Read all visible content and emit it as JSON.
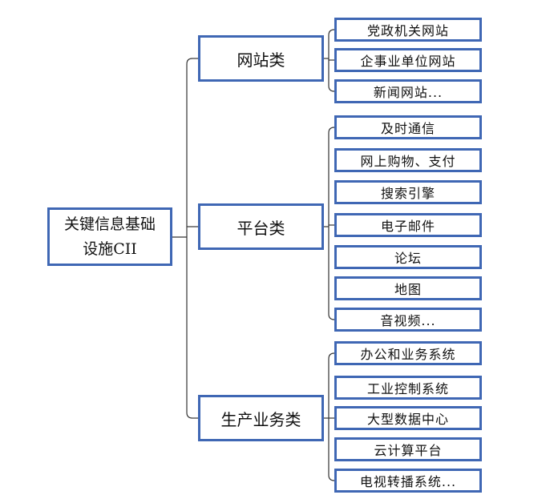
{
  "root": {
    "line1": "关键信息基础",
    "line2": "设施CII"
  },
  "categories": [
    {
      "label": "网站类",
      "items": [
        "党政机关网站",
        "企事业单位网站",
        "新闻网站..."
      ]
    },
    {
      "label": "平台类",
      "items": [
        "及时通信",
        "网上购物、支付",
        "搜索引擎",
        "电子邮件",
        "论坛",
        "地图",
        "音视频..."
      ]
    },
    {
      "label": "生产业务类",
      "items": [
        "办公和业务系统",
        "工业控制系统",
        "大型数据中心",
        "云计算平台",
        "电视转播系统..."
      ]
    }
  ],
  "colors": {
    "box_border": "#3f67b4",
    "connector": "#333333"
  }
}
